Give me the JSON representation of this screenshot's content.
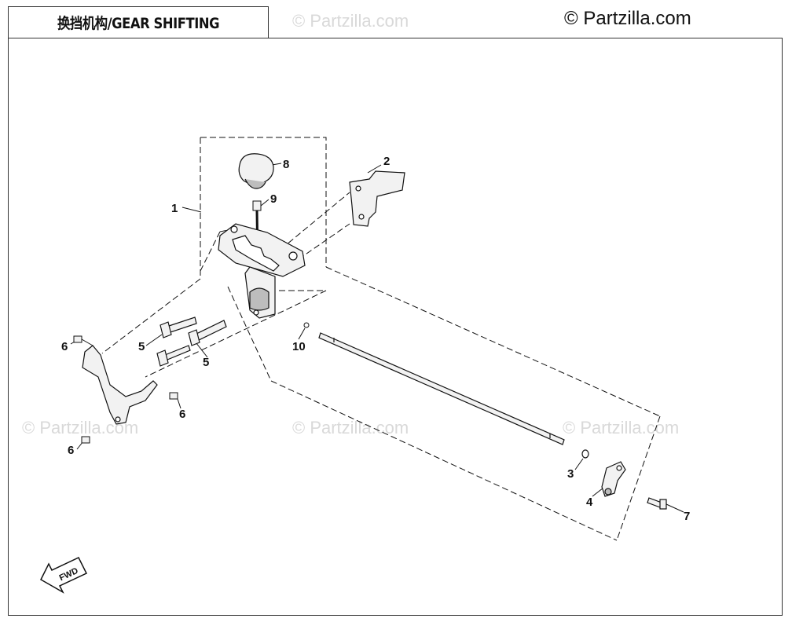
{
  "header": {
    "title": "换挡机构/GEAR SHIFTING",
    "copyright": "© Partzilla.com"
  },
  "watermark": {
    "text": "© Partzilla.com"
  },
  "callouts": [
    "1",
    "2",
    "3",
    "4",
    "5",
    "5",
    "6",
    "6",
    "6",
    "7",
    "8",
    "9",
    "10"
  ],
  "direction_label": "FWD",
  "colors": {
    "line": "#111111",
    "frame": "#333333",
    "watermark": "#d9d9d9",
    "part_fill": "#f2f2f2",
    "part_shade": "#bdbdbd"
  }
}
